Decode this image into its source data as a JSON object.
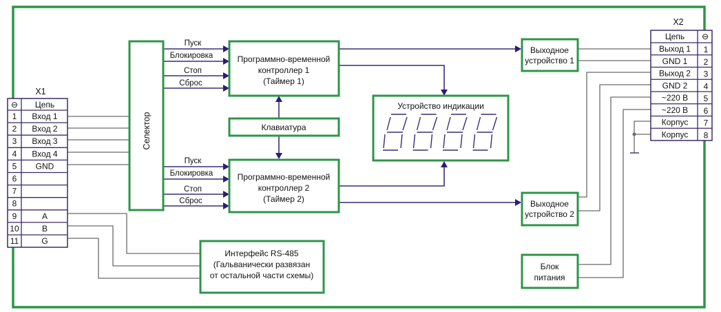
{
  "diagram": {
    "x1": {
      "title": "X1",
      "header_symbol": "⊖",
      "header_label": "Цепь",
      "rows": [
        {
          "num": "1",
          "label": "Вход 1"
        },
        {
          "num": "2",
          "label": "Вход 2"
        },
        {
          "num": "3",
          "label": "Вход 3"
        },
        {
          "num": "4",
          "label": "Вход 4"
        },
        {
          "num": "5",
          "label": "GND"
        },
        {
          "num": "6",
          "label": ""
        },
        {
          "num": "7",
          "label": ""
        },
        {
          "num": "8",
          "label": ""
        },
        {
          "num": "9",
          "label": "A"
        },
        {
          "num": "10",
          "label": "B"
        },
        {
          "num": "11",
          "label": "G"
        }
      ]
    },
    "x2": {
      "title": "X2",
      "header_symbol": "⊖",
      "header_label": "Цепь",
      "rows": [
        {
          "num": "1",
          "label": "Выход 1"
        },
        {
          "num": "2",
          "label": "GND 1"
        },
        {
          "num": "3",
          "label": "Выход 2"
        },
        {
          "num": "4",
          "label": "GND 2"
        },
        {
          "num": "5",
          "label": "~220 В"
        },
        {
          "num": "6",
          "label": "~220 В"
        },
        {
          "num": "7",
          "label": "Корпус"
        },
        {
          "num": "8",
          "label": "Корпус"
        }
      ]
    },
    "selector": {
      "label": "Селектор"
    },
    "controller1": {
      "lines": [
        "Программно-временной",
        "контроллер 1",
        "(Таймер 1)"
      ]
    },
    "controller2": {
      "lines": [
        "Программно-временной",
        "контроллер 2",
        "(Таймер 2)"
      ]
    },
    "keyboard": {
      "label": "Клавиатура"
    },
    "display": {
      "label": "Устройство индикации",
      "digits": 4
    },
    "output1": {
      "lines": [
        "Выходное",
        "устройство 1"
      ]
    },
    "output2": {
      "lines": [
        "Выходное",
        "устройство 2"
      ]
    },
    "power": {
      "lines": [
        "Блок",
        "питания"
      ]
    },
    "rs485": {
      "lines": [
        "Интерфейс RS-485",
        "(Гальванически развязан",
        "от остальной части схемы)"
      ]
    },
    "signals1": [
      "Пуск",
      "Блокировка",
      "Стоп",
      "Сброс"
    ],
    "signals2": [
      "Пуск",
      "Блокировка",
      "Стоп",
      "Сброс"
    ],
    "colors": {
      "frame": "#2e9548",
      "signal": "#2f1b70",
      "wire": "#6a6a6a"
    }
  }
}
